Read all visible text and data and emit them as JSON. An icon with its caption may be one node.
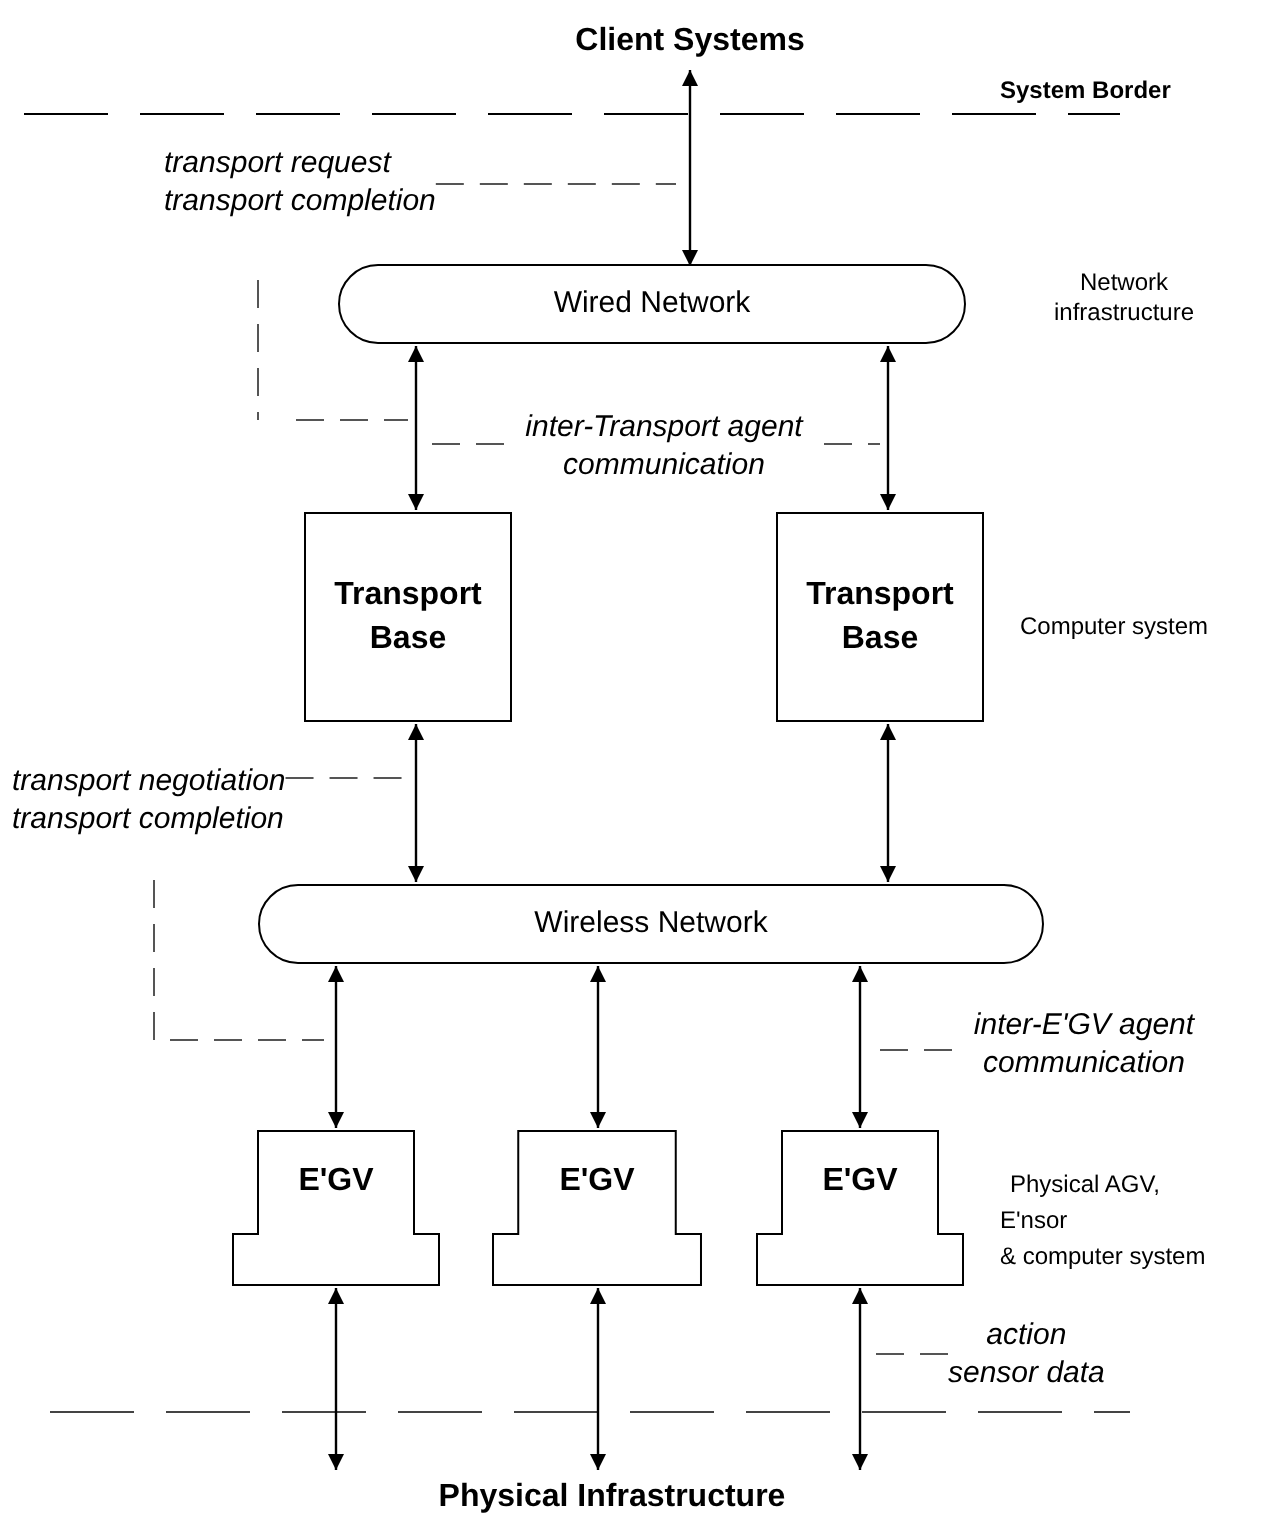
{
  "diagram": {
    "nodes": [
      {
        "text": [
          "Client Systems"
        ]
      },
      {
        "text": [
          "Wired Network"
        ]
      },
      {
        "text": [
          "Transport Base"
        ]
      },
      {
        "text": [
          "Transport Base"
        ]
      },
      {
        "text": [
          "Wireless Network"
        ]
      },
      {
        "text": [
          "E'GV"
        ]
      },
      {
        "text": [
          "E'GV"
        ]
      },
      {
        "text": [
          "E'GV"
        ]
      },
      {
        "text": [
          "Physical Infrastructure"
        ]
      },
      {
        "text": [
          "transport request",
          "transport completion"
        ]
      },
      {
        "text": [
          "inter-Transport agent communication"
        ]
      },
      {
        "text": [
          "transport negotiation",
          "transport completion"
        ]
      },
      {
        "text": [
          "inter-E'GV agent communication"
        ]
      },
      {
        "text": [
          "action",
          "sensor data"
        ]
      }
    ],
    "edges": [
      {
        "from": 1,
        "to": 0,
        "arrow": "both"
      },
      {
        "from": 1,
        "to": 2,
        "arrow": "both"
      },
      {
        "from": 1,
        "to": 3,
        "arrow": "both"
      },
      {
        "from": 2,
        "to": 4,
        "arrow": "both"
      },
      {
        "from": 3,
        "to": 4,
        "arrow": "both"
      },
      {
        "from": 4,
        "to": 5,
        "arrow": "both"
      },
      {
        "from": 4,
        "to": 6,
        "arrow": "both"
      },
      {
        "from": 4,
        "to": 7,
        "arrow": "both"
      },
      {
        "from": 5,
        "to": 8,
        "arrow": "both"
      },
      {
        "from": 6,
        "to": 8,
        "arrow": "both"
      },
      {
        "from": 7,
        "to": 8,
        "arrow": "both"
      },
      {
        "from": 9,
        "to": null,
        "arrow": "none",
        "style": "dashed"
      },
      {
        "from": 10,
        "to": null,
        "arrow": "none",
        "style": "dashed"
      },
      {
        "from": 10,
        "to": null,
        "arrow": "none",
        "style": "dashed"
      },
      {
        "from": 11,
        "to": null,
        "arrow": "none",
        "style": "dashed"
      },
      {
        "from": 12,
        "to": null,
        "arrow": "none",
        "style": "dashed"
      },
      {
        "from": 13,
        "to": null,
        "arrow": "none",
        "style": "dashed"
      }
    ],
    "labels": [
      "System Border",
      "Network infrastructure",
      "Computer system",
      "Physical AGV,",
      "E'nsor",
      "& computer system"
    ]
  }
}
